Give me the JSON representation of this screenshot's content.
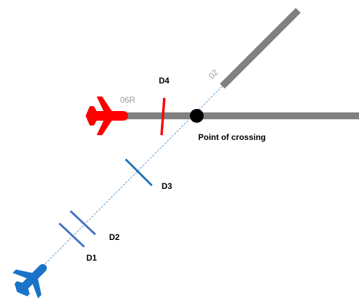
{
  "colors": {
    "runway": "#808080",
    "runway_label": "#999999",
    "path": "#6fa8dc",
    "arriving_aircraft": "#1a73c9",
    "waiting_aircraft": "#ff0000",
    "marker_d1_d2": "#4472c4",
    "marker_d3": "#1f6fb8",
    "marker_d4": "#ff0000",
    "crossing_point": "#000000",
    "text": "#000000"
  },
  "runways": [
    {
      "label": "06R"
    },
    {
      "label": "02"
    }
  ],
  "crossing_point": {
    "label": "Point of crossing"
  },
  "markers": [
    {
      "label": "D1"
    },
    {
      "label": "D2"
    },
    {
      "label": "D3"
    },
    {
      "label": "D4"
    }
  ],
  "aircraft": [
    {
      "icon": "airplane-icon",
      "role": "arriving"
    },
    {
      "icon": "airplane-icon",
      "role": "waiting"
    }
  ]
}
